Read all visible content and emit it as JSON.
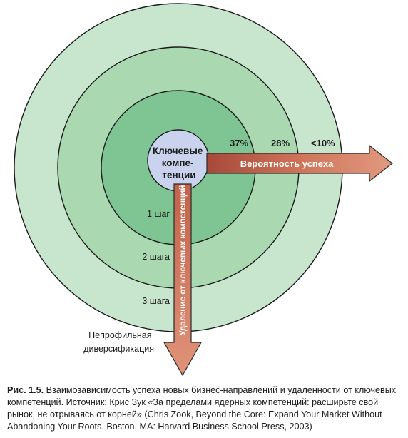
{
  "diagram": {
    "center_label_lines": [
      "Ключевые",
      "компе-",
      "тенции"
    ],
    "percent_labels": [
      "37%",
      "28%",
      "<10%"
    ],
    "step_labels": [
      "1 шаг",
      "2 шага",
      "3 шага"
    ],
    "horizontal_arrow_label": "Вероятность успеха",
    "vertical_arrow_label": "Удаление от ключевых компетенций",
    "outer_label_lines": [
      "Непрофильная",
      "диверсификация"
    ]
  },
  "colors": {
    "ring_outer": "#c8e6cd",
    "ring_2": "#a9d8b1",
    "ring_1": "#7fc593",
    "core": "#c9d3ee",
    "arrow": "#d8866b"
  },
  "caption": {
    "label": "Рис. 1.5.",
    "text": " Взаимозависимость успеха новых бизнес-направлений и удаленности от ключевых компетенций. Источник: Крис Зук «За пределами ядерных компетенций: расширьте свой рынок, не отрываясь от корней» (Chris Zook, Beyond the Core: Expand Your Market Without Abandoning Your Roots. Boston, MA: Harvard Business School Press, 2003)"
  }
}
